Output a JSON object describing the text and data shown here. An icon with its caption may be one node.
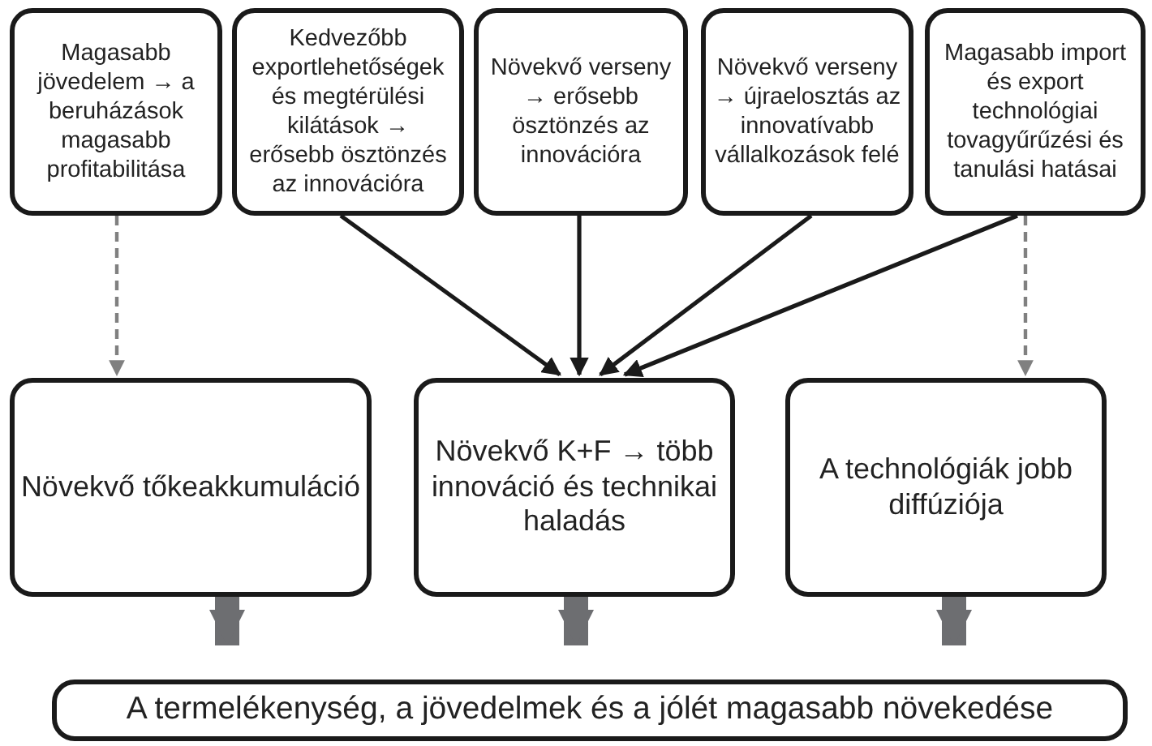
{
  "diagram": {
    "nodes": [
      {
        "text": [
          "Magasabb jövedelem → a beruházások magasabb profitabilitása"
        ]
      },
      {
        "text": [
          "Kedvezőbb exportlehetőségek és megtérülési kilátások → erősebb ösztönzés az innovációra"
        ]
      },
      {
        "text": [
          "Növekvő verseny → erősebb ösztönzés az innovációra"
        ]
      },
      {
        "text": [
          "Növekvő verseny → újraelosztás az innovatívabb vállalkozások felé"
        ]
      },
      {
        "text": [
          "Magasabb import és export technológiai tovagyűrűzési és tanulási hatásai"
        ]
      },
      {
        "text": [
          "Növekvő tőkeakkumuláció"
        ]
      },
      {
        "text": [
          "Növekvő K+F → több innováció és technikai haladás"
        ]
      },
      {
        "text": [
          "A technológiák jobb diffúziója"
        ]
      },
      {
        "text": [
          "A termelékenység, a jövedelmek és a jólét magasabb növekedése"
        ]
      }
    ],
    "edges": [
      {
        "from": 0,
        "to": 5,
        "arrow": "to",
        "style": "dashed",
        "color": "#808080"
      },
      {
        "from": 1,
        "to": 6,
        "arrow": "to",
        "color": "#1a1a1a"
      },
      {
        "from": 2,
        "to": 6,
        "arrow": "to",
        "color": "#1a1a1a"
      },
      {
        "from": 3,
        "to": 6,
        "arrow": "to",
        "color": "#1a1a1a"
      },
      {
        "from": 4,
        "to": 6,
        "arrow": "to",
        "color": "#1a1a1a"
      },
      {
        "from": 4,
        "to": 7,
        "arrow": "to",
        "style": "dashed",
        "color": "#808080"
      },
      {
        "from": 5,
        "to": 8,
        "arrow": "to",
        "style": "thick",
        "color": "#6d6e71"
      },
      {
        "from": 6,
        "to": 8,
        "arrow": "to",
        "style": "thick",
        "color": "#6d6e71"
      },
      {
        "from": 7,
        "to": 8,
        "arrow": "to",
        "style": "thick",
        "color": "#6d6e71"
      }
    ]
  }
}
